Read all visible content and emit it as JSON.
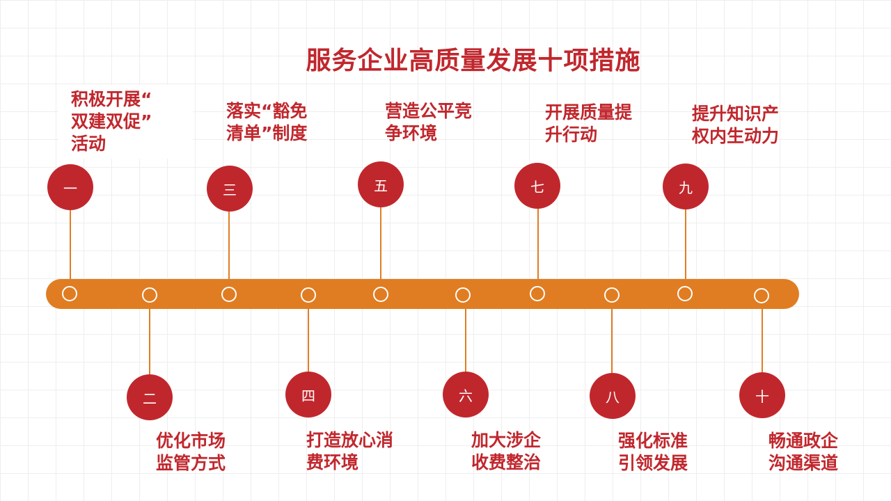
{
  "title": "服务企业高质量发展十项措施",
  "colors": {
    "accent": "#c0272d",
    "bar": "#e07d22"
  },
  "measures": [
    {
      "numeral": "一",
      "lines": [
        "积极开展“",
        "双建双促”",
        "活动"
      ]
    },
    {
      "numeral": "二",
      "lines": [
        "优化市场",
        "监管方式"
      ]
    },
    {
      "numeral": "三",
      "lines": [
        "落实“豁免",
        "清单”制度"
      ]
    },
    {
      "numeral": "四",
      "lines": [
        "打造放心消",
        "费环境"
      ]
    },
    {
      "numeral": "五",
      "lines": [
        "营造公平竞",
        "争环境"
      ]
    },
    {
      "numeral": "六",
      "lines": [
        "加大涉企",
        "收费整治"
      ]
    },
    {
      "numeral": "七",
      "lines": [
        "开展质量提",
        "升行动"
      ]
    },
    {
      "numeral": "八",
      "lines": [
        "强化标准",
        "引领发展"
      ]
    },
    {
      "numeral": "九",
      "lines": [
        "提升知识产",
        "权内生动力"
      ]
    },
    {
      "numeral": "十",
      "lines": [
        "畅通政企",
        "沟通渠道"
      ]
    }
  ]
}
